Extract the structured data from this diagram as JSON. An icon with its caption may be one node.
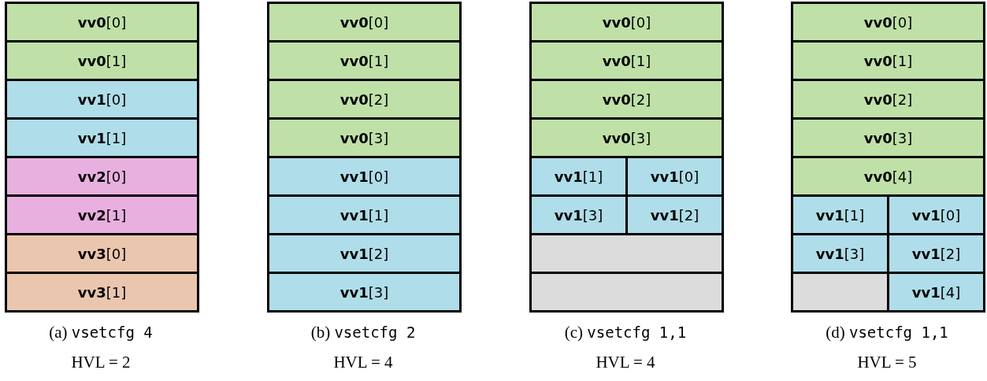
{
  "diagram": {
    "nodes": [
      {
        "text": [
          "**vv0**[0]"
        ]
      },
      {
        "text": [
          "**vv0**[1]"
        ]
      },
      {
        "text": [
          "**vv1**[0]"
        ]
      },
      {
        "text": [
          "**vv1**[1]"
        ]
      },
      {
        "text": [
          "**vv2**[0]"
        ]
      },
      {
        "text": [
          "**vv2**[1]"
        ]
      },
      {
        "text": [
          "**vv3**[0]"
        ]
      },
      {
        "text": [
          "**vv3**[1]"
        ]
      },
      {
        "text": [
          "**vv0**[0]"
        ]
      },
      {
        "text": [
          "**vv0**[1]"
        ]
      },
      {
        "text": [
          "**vv0**[2]"
        ]
      },
      {
        "text": [
          "**vv0**[3]"
        ]
      },
      {
        "text": [
          "**vv1**[0]"
        ]
      },
      {
        "text": [
          "**vv1**[1]"
        ]
      },
      {
        "text": [
          "**vv1**[2]"
        ]
      },
      {
        "text": [
          "**vv1**[3]"
        ]
      },
      {
        "text": [
          "**vv0**[0]"
        ]
      },
      {
        "text": [
          "**vv0**[1]"
        ]
      },
      {
        "text": [
          "**vv0**[2]"
        ]
      },
      {
        "text": [
          "**vv0**[3]"
        ]
      },
      {
        "text": [
          "**vv1**[1]"
        ]
      },
      {
        "text": [
          "**vv1**[0]"
        ]
      },
      {
        "text": [
          "**vv1**[3]"
        ]
      },
      {
        "text": [
          "**vv1**[2]"
        ]
      },
      {
        "text": [],
        "shape": "box"
      },
      {
        "text": [],
        "shape": "box"
      },
      {
        "text": [
          "**vv0**[0]"
        ]
      },
      {
        "text": [
          "**vv0**[1]"
        ]
      },
      {
        "text": [
          "**vv0**[2]"
        ]
      },
      {
        "text": [
          "**vv0**[3]"
        ]
      },
      {
        "text": [
          "**vv0**[4]"
        ]
      },
      {
        "text": [
          "**vv1**[1]"
        ]
      },
      {
        "text": [
          "**vv1**[0]"
        ]
      },
      {
        "text": [
          "**vv1**[3]"
        ]
      },
      {
        "text": [
          "**vv1**[2]"
        ]
      },
      {
        "text": [],
        "shape": "box"
      },
      {
        "text": [
          "**vv1**[4]"
        ]
      }
    ],
    "edges": [],
    "labels": [
      "(a) vsetcfg 4",
      "HVL = 2",
      "(b) vsetcfg 2",
      "HVL = 4",
      "(c) vsetcfg 1,1",
      "HVL = 4",
      "(d) vsetcfg 1,1",
      "HVL = 5"
    ]
  }
}
